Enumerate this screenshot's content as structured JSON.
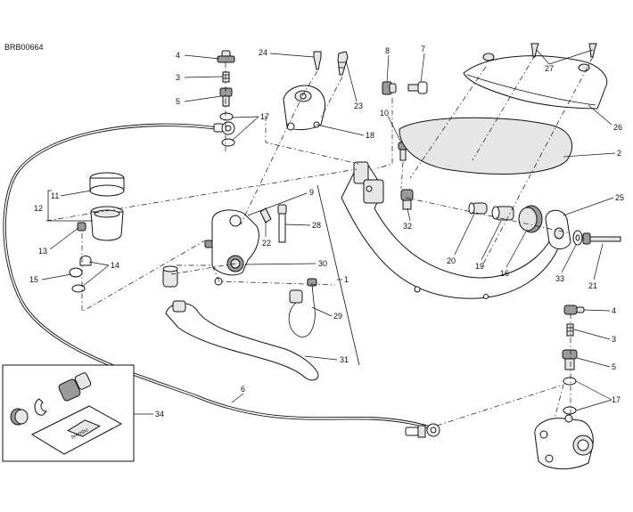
{
  "diagram_code": "BRB00664",
  "callouts": [
    {
      "id": "c4a",
      "text": "4"
    },
    {
      "id": "c3a",
      "text": "3"
    },
    {
      "id": "c5a",
      "text": "5"
    },
    {
      "id": "c17a",
      "text": "17"
    },
    {
      "id": "c24",
      "text": "24"
    },
    {
      "id": "c23",
      "text": "23"
    },
    {
      "id": "c18",
      "text": "18"
    },
    {
      "id": "c8",
      "text": "8"
    },
    {
      "id": "c7",
      "text": "7"
    },
    {
      "id": "c10",
      "text": "10"
    },
    {
      "id": "c27",
      "text": "27"
    },
    {
      "id": "c26",
      "text": "26"
    },
    {
      "id": "c2",
      "text": "2"
    },
    {
      "id": "c25",
      "text": "25"
    },
    {
      "id": "c11",
      "text": "11"
    },
    {
      "id": "c12",
      "text": "12"
    },
    {
      "id": "c13",
      "text": "13"
    },
    {
      "id": "c15",
      "text": "15"
    },
    {
      "id": "c14",
      "text": "14"
    },
    {
      "id": "c9",
      "text": "9"
    },
    {
      "id": "c22",
      "text": "22"
    },
    {
      "id": "c28",
      "text": "28"
    },
    {
      "id": "c30",
      "text": "30"
    },
    {
      "id": "c1",
      "text": "1"
    },
    {
      "id": "c29",
      "text": "29"
    },
    {
      "id": "c31",
      "text": "31"
    },
    {
      "id": "c32",
      "text": "32"
    },
    {
      "id": "c20",
      "text": "20"
    },
    {
      "id": "c19",
      "text": "19"
    },
    {
      "id": "c16",
      "text": "16"
    },
    {
      "id": "c33",
      "text": "33"
    },
    {
      "id": "c21",
      "text": "21"
    },
    {
      "id": "c4b",
      "text": "4"
    },
    {
      "id": "c3b",
      "text": "3"
    },
    {
      "id": "c5b",
      "text": "5"
    },
    {
      "id": "c17b",
      "text": "17"
    },
    {
      "id": "c6",
      "text": "6"
    },
    {
      "id": "c34",
      "text": "34"
    }
  ],
  "kit_brand": "brembo"
}
